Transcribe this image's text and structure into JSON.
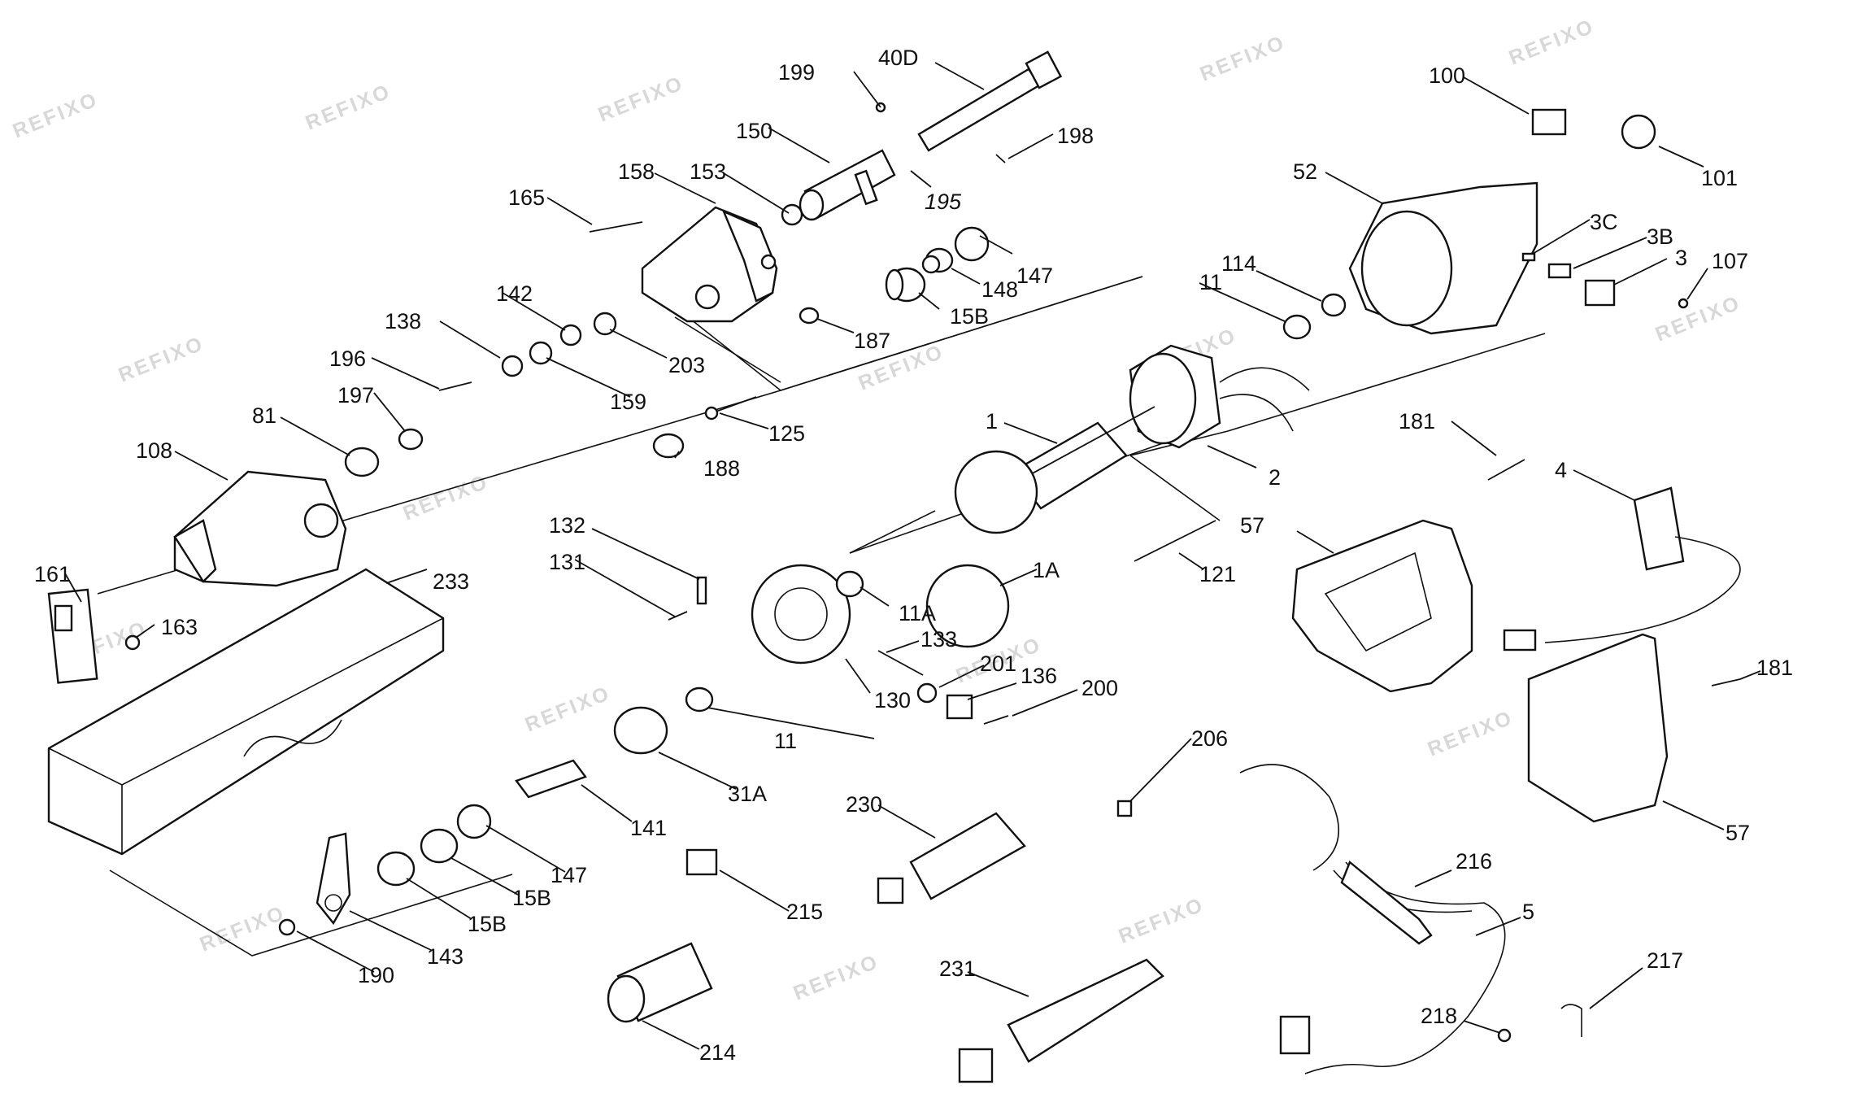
{
  "watermark": "REFIXO",
  "labels": {
    "p199": "199",
    "p40D": "40D",
    "p150": "150",
    "p198": "198",
    "p195": "195",
    "p158": "158",
    "p153": "153",
    "p165": "165",
    "p147a": "147",
    "p148": "148",
    "p15Ba": "15B",
    "p187": "187",
    "p142": "142",
    "p203": "203",
    "p138": "138",
    "p159": "159",
    "p196": "196",
    "p197": "197",
    "p125": "125",
    "p81": "81",
    "p108": "108",
    "p188": "188",
    "p161": "161",
    "p163": "163",
    "p233": "233",
    "p100": "100",
    "p101": "101",
    "p52": "52",
    "p3C": "3C",
    "p3B": "3B",
    "p3": "3",
    "p107": "107",
    "p114": "114",
    "p11a": "11",
    "p1": "1",
    "p2": "2",
    "p181a": "181",
    "p4": "4",
    "p57a": "57",
    "p121": "121",
    "p132": "132",
    "p131": "131",
    "p1A": "1A",
    "p11A": "11A",
    "p133": "133",
    "p201": "201",
    "p136": "136",
    "p200": "200",
    "p130": "130",
    "p11b": "11",
    "p181b": "181",
    "p31A": "31A",
    "p141": "141",
    "p230": "230",
    "p206": "206",
    "p57b": "57",
    "p147b": "147",
    "p15Bb": "15B",
    "p15Bc": "15B",
    "p143": "143",
    "p215": "215",
    "p216": "216",
    "p5": "5",
    "p190": "190",
    "p231": "231",
    "p217": "217",
    "p218": "218",
    "p214": "214"
  }
}
